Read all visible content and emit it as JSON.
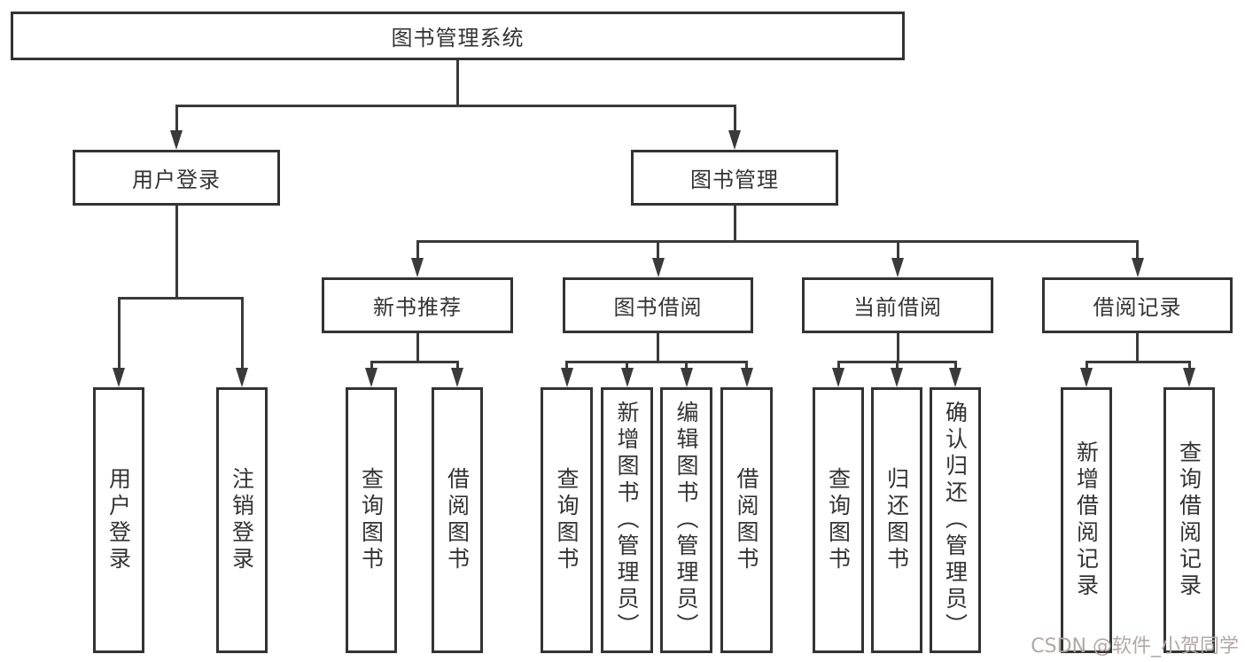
{
  "nodes": {
    "root": "图书管理系统",
    "level1": [
      "用户登录",
      "图书管理"
    ],
    "level2": [
      "新书推荐",
      "图书借阅",
      "当前借阅",
      "借阅记录"
    ],
    "leaves": {
      "user_login": [
        "用户登录",
        "注销登录"
      ],
      "new_book": [
        "查询图书",
        "借阅图书"
      ],
      "book_borrow": [
        "查询图书",
        "新增图书（管理员）",
        "编辑图书（管理员）",
        "借阅图书"
      ],
      "current_borrow": [
        "查询图书",
        "归还图书",
        "确认归还（管理员）"
      ],
      "borrow_record": [
        "新增借阅记录",
        "查询借阅记录"
      ]
    }
  },
  "watermark": "CSDN @软件_小贺同学",
  "colors": {
    "line": "#3a3a3a",
    "border": "#333333",
    "text": "#333333",
    "watermark": "#b3a7a7",
    "background": "#ffffff"
  }
}
